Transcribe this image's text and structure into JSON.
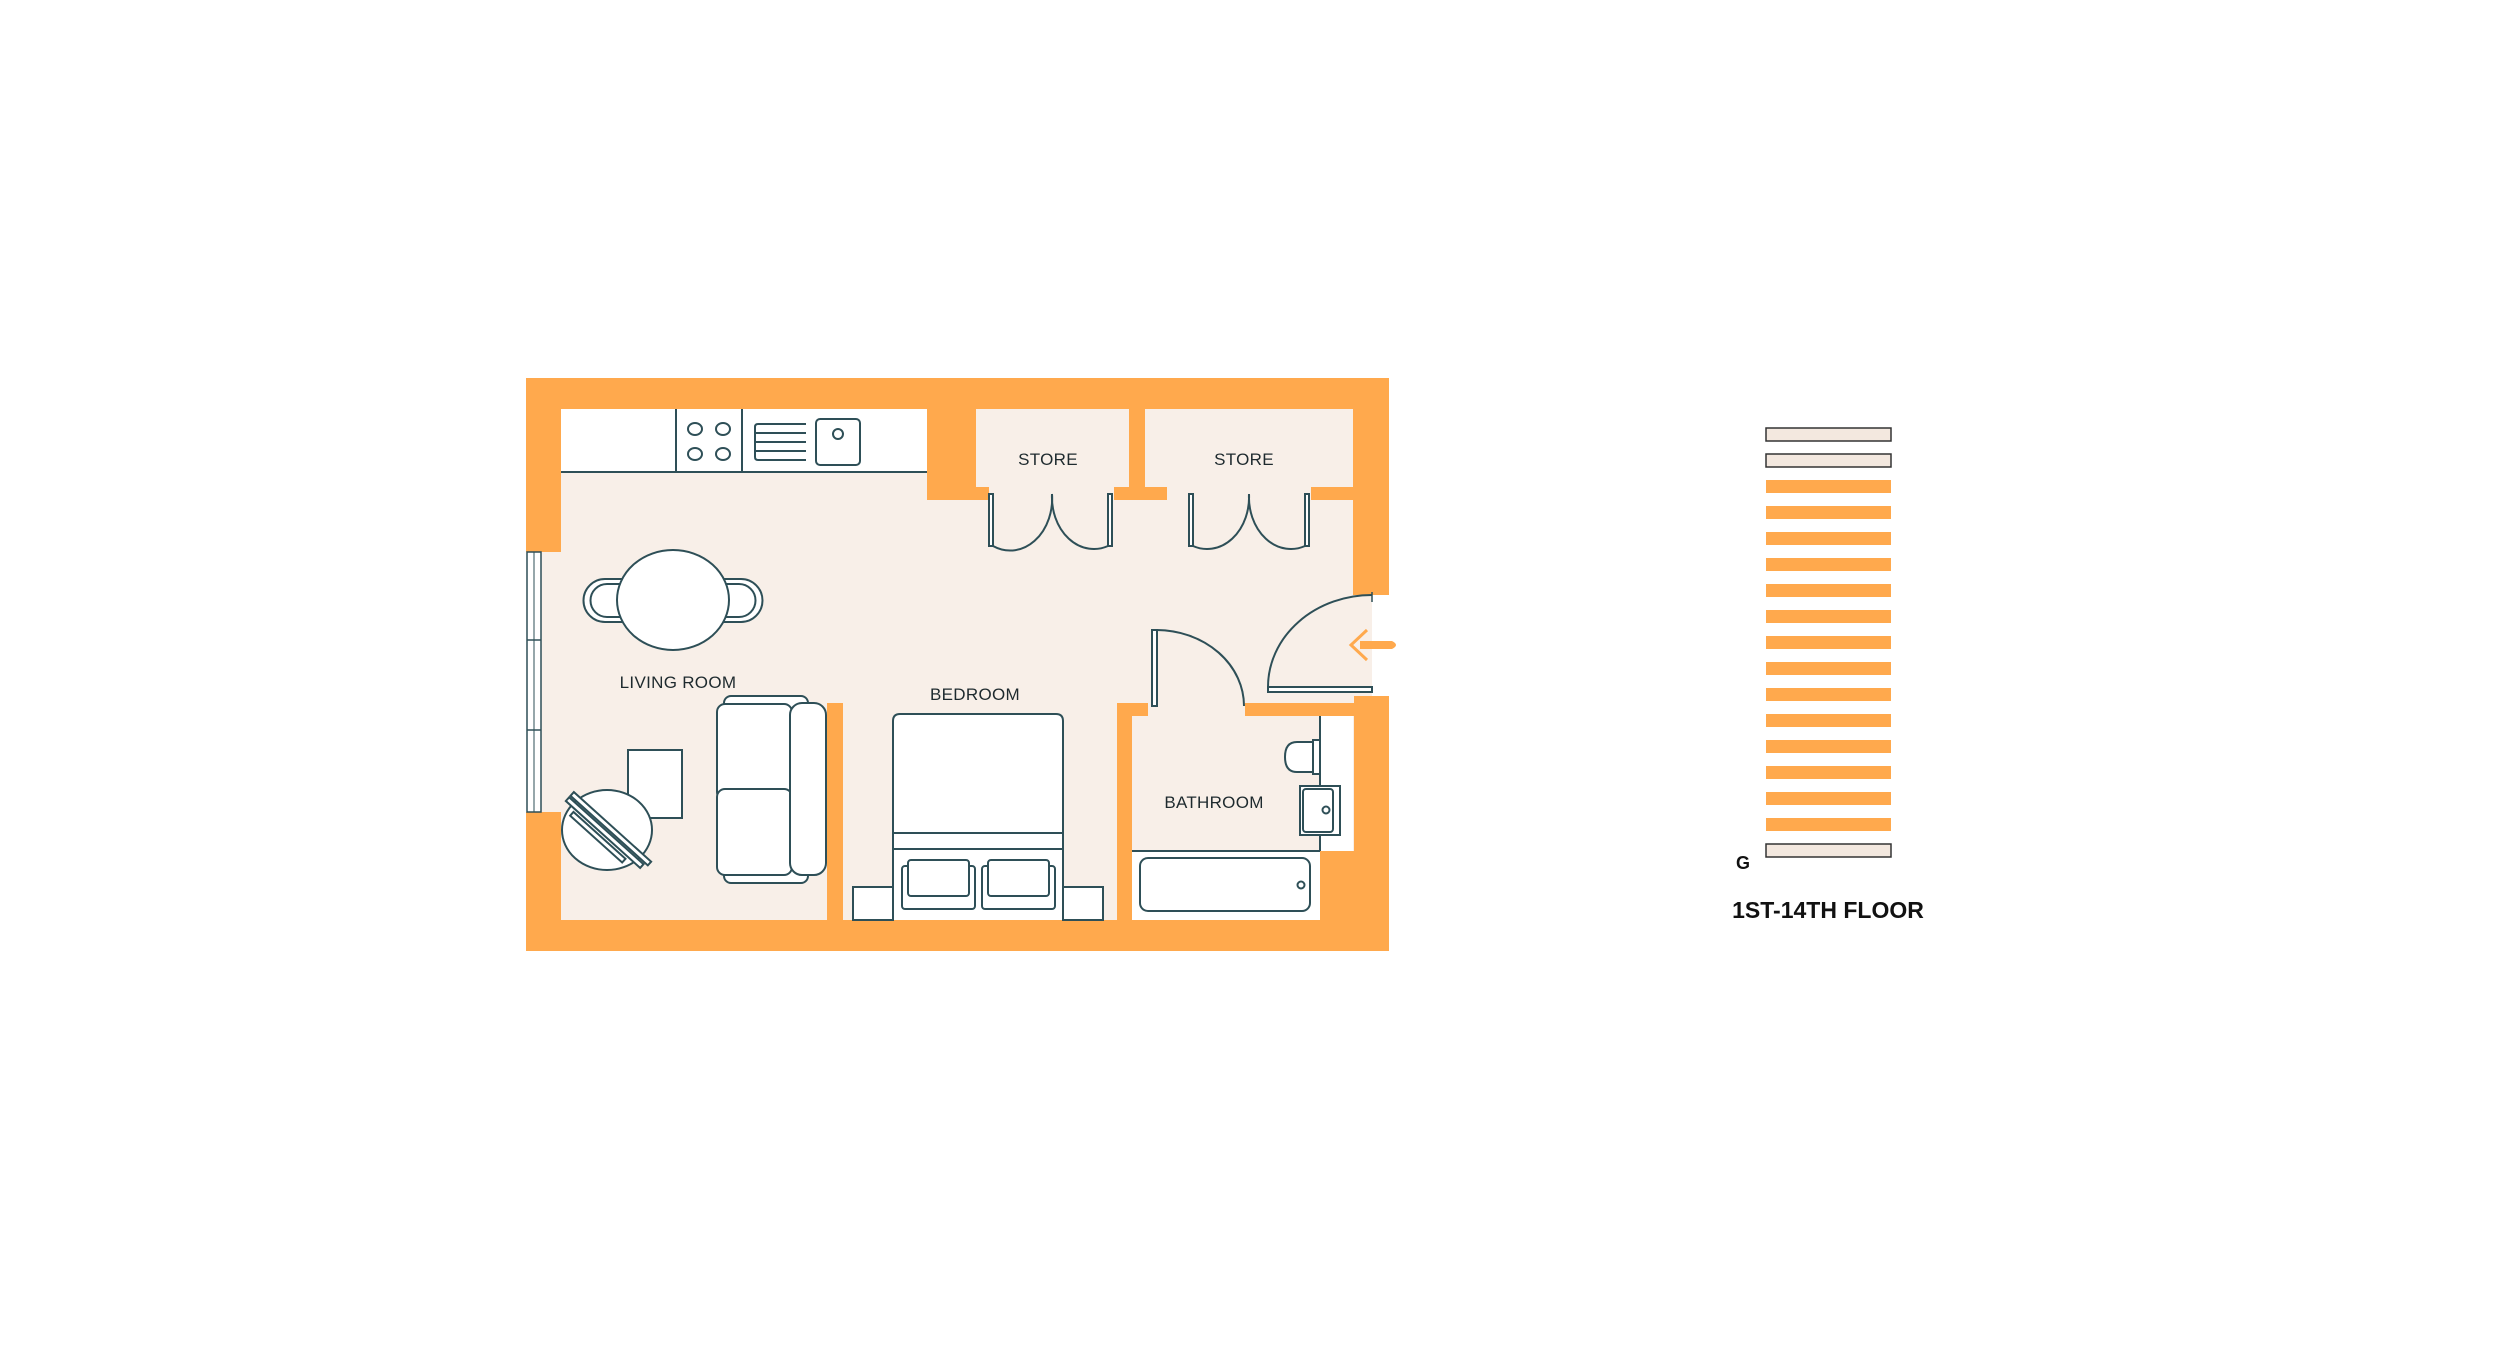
{
  "colors": {
    "wall": "#FFA94D",
    "floor": "#F8EFE8",
    "line": "#2E4F57",
    "fixture_fill": "#FFFFFF",
    "legend_inactive": "#F3E8DF"
  },
  "floorplan": {
    "rooms": [
      {
        "id": "living",
        "label": "LIVING ROOM"
      },
      {
        "id": "bedroom",
        "label": "BEDROOM"
      },
      {
        "id": "bathroom",
        "label": "BATHROOM"
      },
      {
        "id": "store1",
        "label": "STORE"
      },
      {
        "id": "store2",
        "label": "STORE"
      }
    ],
    "icons": [
      "kitchen-counter-icon",
      "hob-icon",
      "drainer-icon",
      "sink-icon",
      "dining-table-icon",
      "sofa-icon",
      "coffee-table-icon",
      "side-table-icon",
      "bed-icon",
      "toilet-icon",
      "basin-icon",
      "bathtub-icon",
      "door-icon",
      "entrance-arrow-icon",
      "window-icon"
    ]
  },
  "legend": {
    "ground_label": "G",
    "title": "1ST-14TH FLOOR",
    "bars": [
      {
        "floor": "top-2",
        "highlighted": false
      },
      {
        "floor": "top-1",
        "highlighted": false
      },
      {
        "floor": "14",
        "highlighted": true
      },
      {
        "floor": "13",
        "highlighted": true
      },
      {
        "floor": "12",
        "highlighted": true
      },
      {
        "floor": "11",
        "highlighted": true
      },
      {
        "floor": "10",
        "highlighted": true
      },
      {
        "floor": "9",
        "highlighted": true
      },
      {
        "floor": "8",
        "highlighted": true
      },
      {
        "floor": "7",
        "highlighted": true
      },
      {
        "floor": "6",
        "highlighted": true
      },
      {
        "floor": "5",
        "highlighted": true
      },
      {
        "floor": "4",
        "highlighted": true
      },
      {
        "floor": "3",
        "highlighted": true
      },
      {
        "floor": "2",
        "highlighted": true
      },
      {
        "floor": "1",
        "highlighted": true
      },
      {
        "floor": "G",
        "highlighted": false
      }
    ]
  }
}
